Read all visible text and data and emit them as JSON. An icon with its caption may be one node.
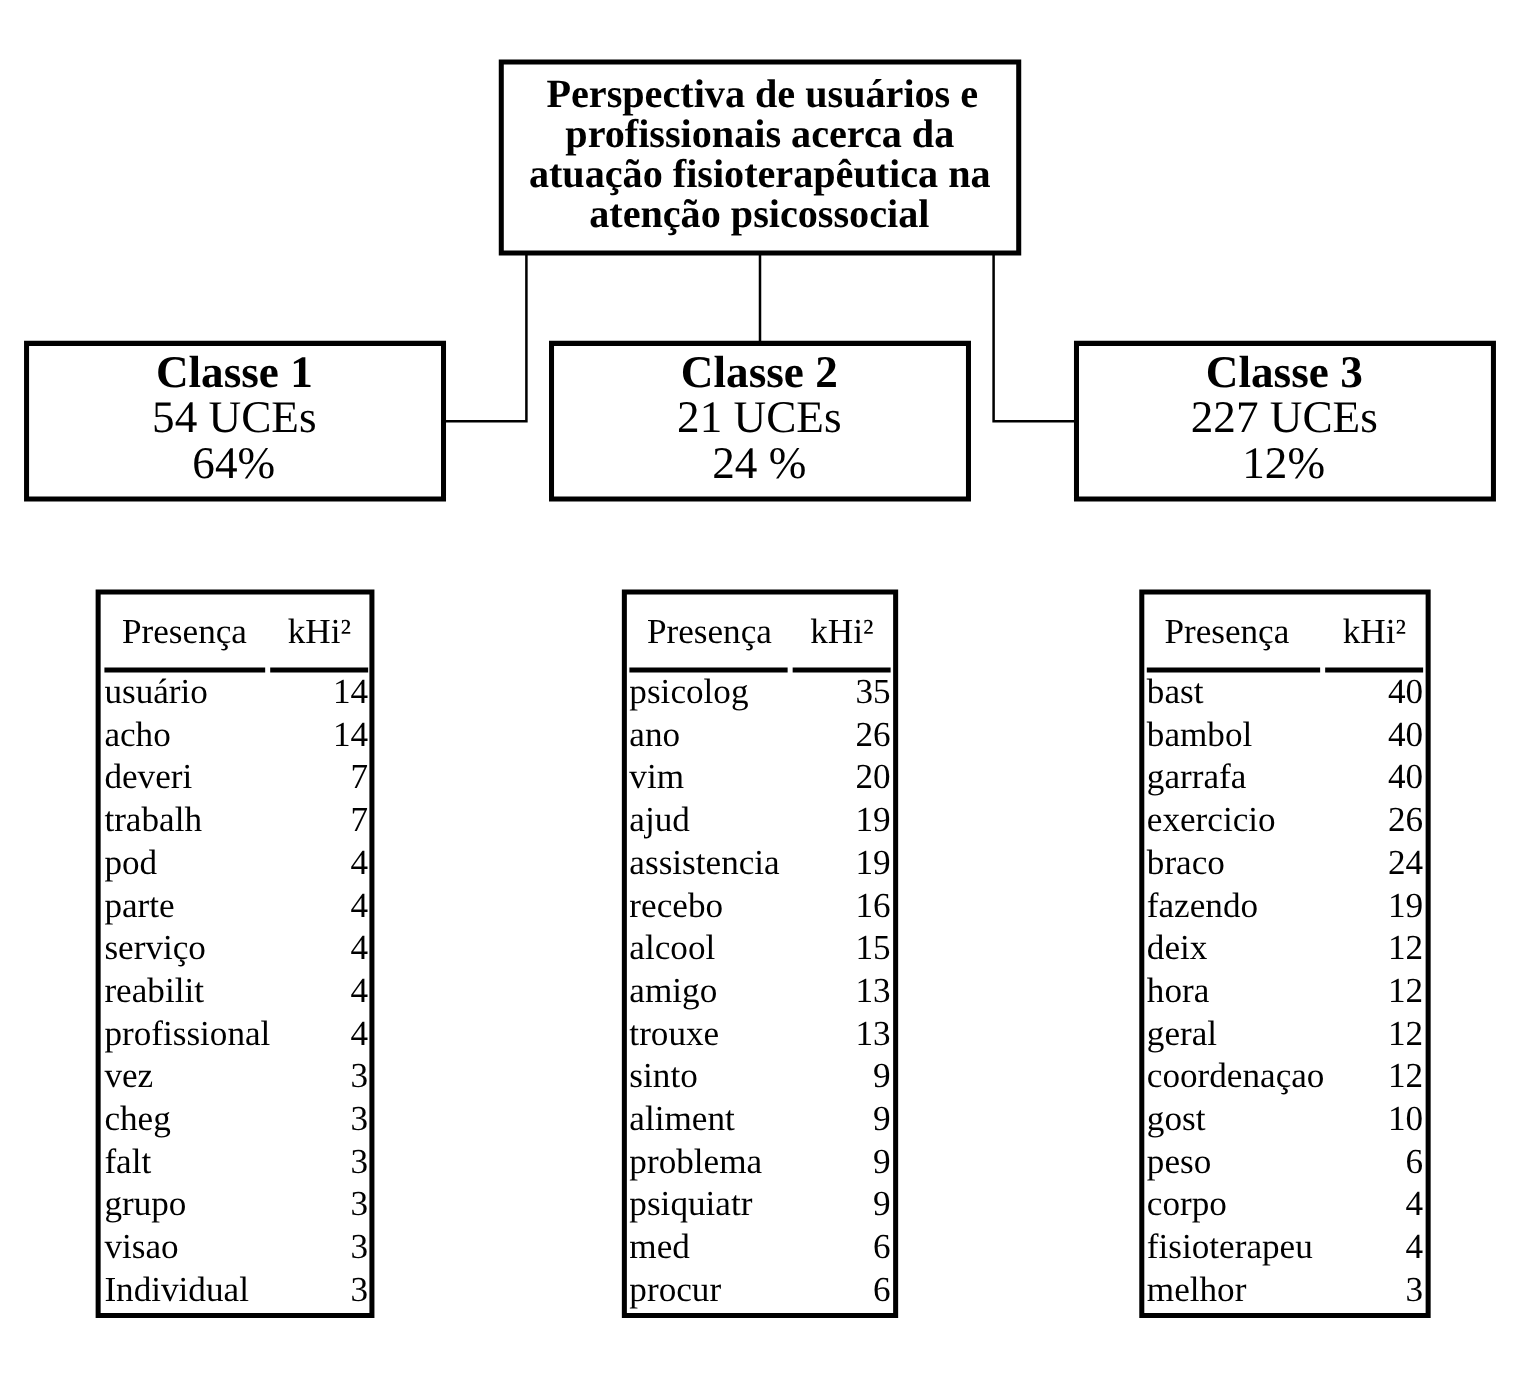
{
  "diagram": {
    "nodes": [
      {
        "text": [
          "Perspectiva de usuários e profissionais acerca da atuação fisioterapêutica na atenção psicossocial"
        ]
      },
      {
        "text": [
          "Classe 1",
          "54 UCEs",
          "64%"
        ]
      },
      {
        "text": [
          "Classe 2",
          "21 UCEs",
          "24 %"
        ]
      },
      {
        "text": [
          "Classe 3",
          "227 UCEs",
          "12%"
        ]
      },
      {
        "text": [
          "Presença",
          "kHi²",
          "usuário",
          "14",
          "acho",
          "14",
          "deveri",
          "7",
          "trabalh",
          "7",
          "pod",
          "4",
          "parte",
          "4",
          "serviço",
          "4",
          "reabilit",
          "4",
          "profissional",
          "4",
          "vez",
          "3",
          "cheg",
          "3",
          "falt",
          "3",
          "grupo",
          "3",
          "visao",
          "3",
          "Individual",
          "3"
        ]
      },
      {
        "text": [
          "Presença",
          "kHi²",
          "psicolog",
          "35",
          "ano",
          "26",
          "vim",
          "20",
          "ajud",
          "19",
          "assistencia",
          "19",
          "recebo",
          "16",
          "alcool",
          "15",
          "amigo",
          "13",
          "trouxe",
          "13",
          "sinto",
          "9",
          "aliment",
          "9",
          "problema",
          "9",
          "psiquiatr",
          "9",
          "med",
          "6",
          "procur",
          "6"
        ]
      },
      {
        "text": [
          "Presença",
          "kHi²",
          "bast",
          "40",
          "bambol",
          "40",
          "garrafa",
          "40",
          "exercicio",
          "26",
          "braco",
          "24",
          "fazendo",
          "19",
          "deix",
          "12",
          "hora",
          "12",
          "geral",
          "12",
          "coordenaçao",
          "12",
          "gost",
          "10",
          "peso",
          "6",
          "corpo",
          "4",
          "fisioterapeu",
          "4",
          "melhor",
          "3"
        ]
      }
    ],
    "edges": [
      {
        "from": 0,
        "to": 1,
        "arrow": "none"
      },
      {
        "from": 0,
        "to": 2,
        "arrow": "none"
      },
      {
        "from": 0,
        "to": 3,
        "arrow": "none"
      }
    ]
  }
}
